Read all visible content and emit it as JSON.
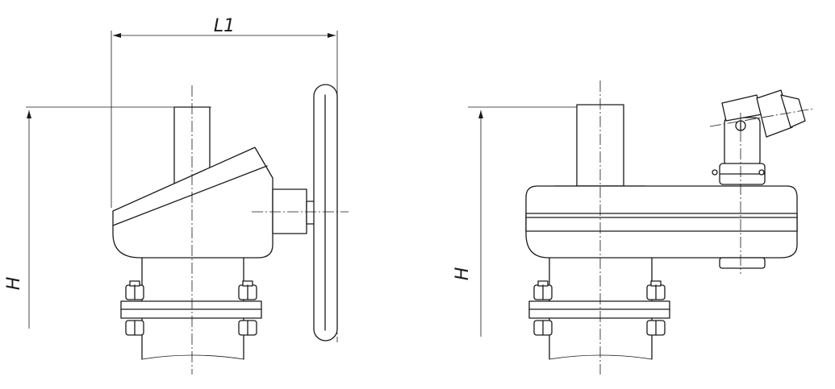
{
  "drawing": {
    "title": "",
    "views": [
      {
        "name": "side-view",
        "dimensions": {
          "width_label": "L1",
          "height_label": "H"
        }
      },
      {
        "name": "front-view",
        "dimensions": {
          "height_label": "H"
        }
      }
    ]
  }
}
